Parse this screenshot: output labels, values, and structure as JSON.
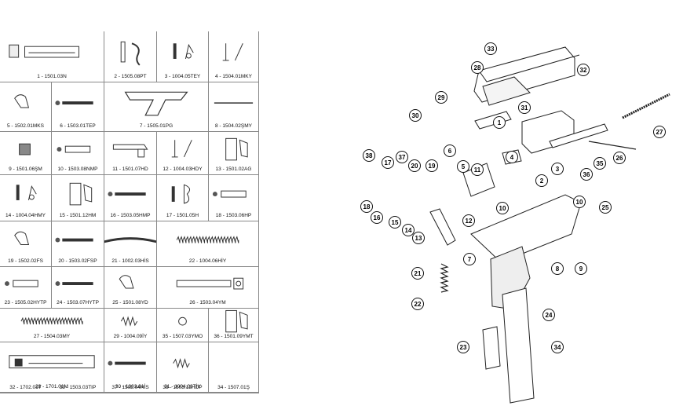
{
  "parts_table": {
    "rows": [
      [
        {
          "caption": "1 - 1501.03N",
          "icon": "frame-slide-icon",
          "span": 2
        },
        {
          "caption": "2 - 1505.08PT",
          "icon": "trigger-icon"
        },
        {
          "caption": "3 - 1004.05TEY",
          "icon": "spring-pair-icon"
        },
        {
          "caption": "4 - 1504.01MKY",
          "icon": "wire-spring-icon"
        }
      ],
      [
        {
          "caption": "5 - 1502.01MKS",
          "icon": "catch-icon"
        },
        {
          "caption": "6 - 1503.01TEP",
          "icon": "pin-icon"
        },
        {
          "caption": "7 - 1505.01PG",
          "icon": "grip-frame-icon",
          "span": 2
        },
        {
          "caption": "8 - 1504.02ŞMY",
          "icon": "rod-icon"
        }
      ],
      [
        {
          "caption": "9 - 1501.06ŞM",
          "icon": "nut-icon"
        },
        {
          "caption": "10 - 1503.08NMP",
          "icon": "sleeve-icon"
        },
        {
          "caption": "11 - 1501.07HD",
          "icon": "lever-icon"
        },
        {
          "caption": "12 - 1004.03HDY",
          "icon": "wire-spring-icon"
        },
        {
          "caption": "13 - 1501.02AG",
          "icon": "block-icon"
        }
      ],
      [
        {
          "caption": "14 - 1004.04HMY",
          "icon": "spring-pair-icon"
        },
        {
          "caption": "15 - 1501.12HM",
          "icon": "block-icon"
        },
        {
          "caption": "16 - 1503.05HMP",
          "icon": "pin-icon"
        },
        {
          "caption": "17 - 1501.05H",
          "icon": "hammer-icon"
        },
        {
          "caption": "18 - 1503.06HP",
          "icon": "sleeve-icon"
        }
      ],
      [
        {
          "caption": "19 - 1502.02FS",
          "icon": "catch-icon"
        },
        {
          "caption": "20 - 1503.02FSP",
          "icon": "pin-icon"
        },
        {
          "caption": "21 - 1002.03HİS",
          "icon": "curved-spring-icon"
        },
        {
          "caption": "22 - 1004.06HİY",
          "icon": "coil-spring-icon",
          "span": 2
        }
      ],
      [
        {
          "caption": "23 - 1505.02HYTP",
          "icon": "sleeve-icon"
        },
        {
          "caption": "24 - 1503.07HYTP",
          "icon": "pin-icon"
        },
        {
          "caption": "25 - 1501.08YD",
          "icon": "catch-icon"
        },
        {
          "caption": "26 - 1503.04YM",
          "icon": "guide-rod-icon",
          "span": 2
        }
      ],
      [
        {
          "caption": "27 - 1504.03MY",
          "icon": "coil-spring-icon",
          "span": 2
        },
        {
          "caption": "29 - 1004.09İY",
          "icon": "small-spring-icon"
        },
        {
          "caption": "35 - 1507.03YMO",
          "icon": "ring-icon"
        },
        {
          "caption": "36 - 1501.09YMT",
          "icon": "block-icon"
        }
      ],
      [
        {
          "caption": "28 - 1701.01M",
          "icon": "slide-icon",
          "span": 2
        },
        {
          "caption": "30 - 1303.01İ",
          "icon": "pin-icon"
        },
        {
          "caption": "31 - 1004.08TİY",
          "icon": "small-spring-icon"
        },
        {
          "caption": "",
          "icon": "empty-icon",
          "rowspan_top": true
        }
      ],
      [
        {
          "caption": "32 - 1702.01T",
          "icon": "sight-icon"
        },
        {
          "caption": "33 - 1503.03TIP",
          "icon": "pin-icon"
        },
        {
          "caption": "37 - 1502.04HİS",
          "icon": "plate-icon"
        },
        {
          "caption": "38 - 1503.12HDP",
          "icon": "small-spring-icon"
        },
        {
          "caption": "34 - 1507.01Ş",
          "icon": "magazine-icon"
        }
      ]
    ]
  },
  "exploded_view": {
    "callouts": [
      "1",
      "2",
      "3",
      "4",
      "5",
      "6",
      "7",
      "8",
      "9",
      "10",
      "10",
      "11",
      "12",
      "13",
      "14",
      "15",
      "16",
      "17",
      "18",
      "19",
      "20",
      "21",
      "22",
      "23",
      "24",
      "25",
      "26",
      "27",
      "28",
      "29",
      "30",
      "31",
      "32",
      "33",
      "34",
      "35",
      "36",
      "37",
      "38"
    ]
  }
}
